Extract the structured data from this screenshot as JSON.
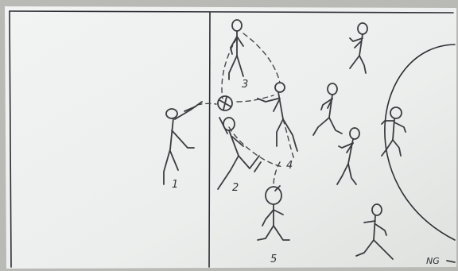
{
  "player_labels": {
    "p1": "1",
    "p2": "2",
    "p3": "3",
    "p4": "4",
    "p5": "5"
  },
  "corner_note": "NG",
  "colors": {
    "paper": "#eef0f0",
    "ink": "#3a3c40",
    "background": "#b9bab5"
  }
}
